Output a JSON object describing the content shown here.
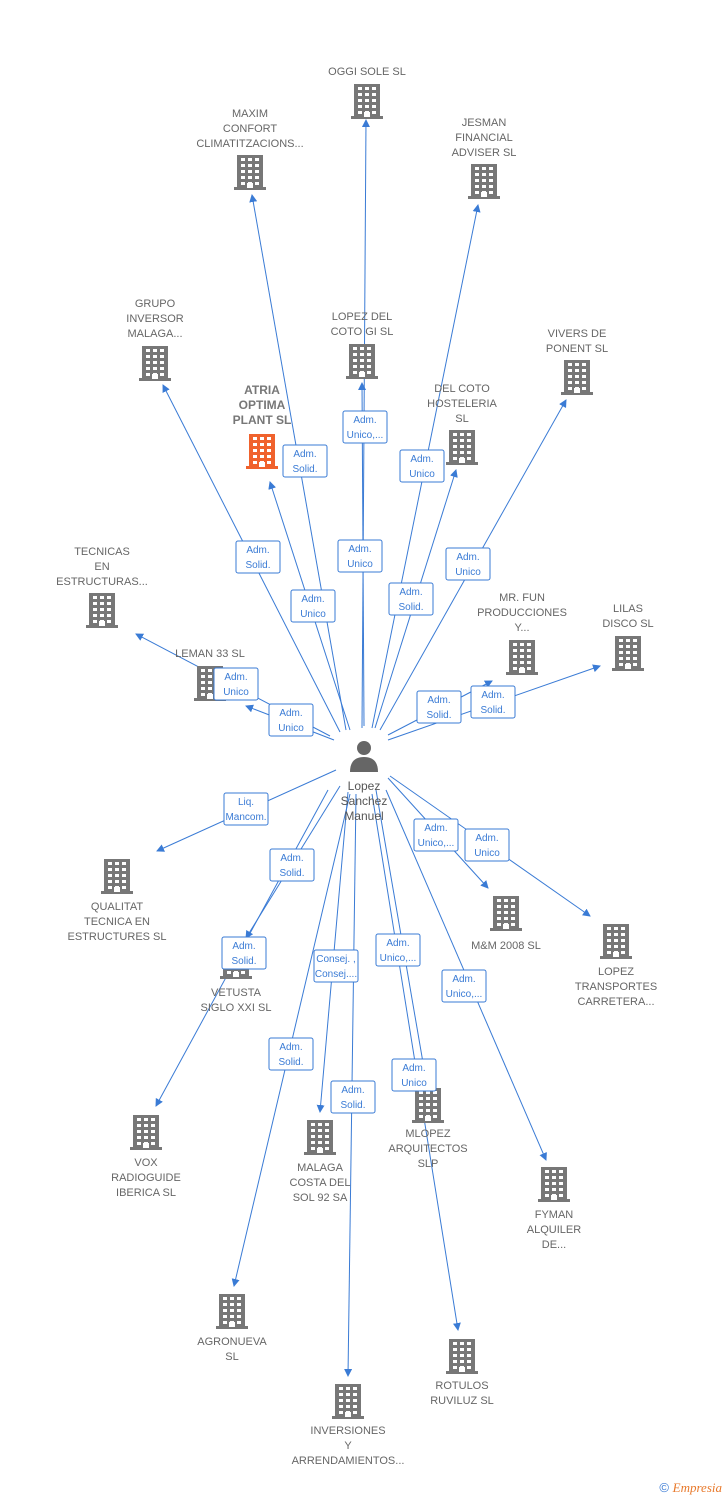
{
  "colors": {
    "edge": "#3a7bd5",
    "building": "#777777",
    "highlight": "#f0622d",
    "person": "#666666"
  },
  "center": {
    "label_lines": [
      "Lopez",
      "Sanchez",
      "Manuel"
    ]
  },
  "nodes": [
    {
      "id": "oggi",
      "label_lines": [
        "OGGI SOLE  SL"
      ]
    },
    {
      "id": "maxim",
      "label_lines": [
        "MAXIM",
        "CONFORT",
        "CLIMATITZACIONS..."
      ]
    },
    {
      "id": "jesman",
      "label_lines": [
        "JESMAN",
        "FINANCIAL",
        "ADVISER  SL"
      ]
    },
    {
      "id": "grupo",
      "label_lines": [
        "GRUPO",
        "INVERSOR",
        "MALAGA..."
      ]
    },
    {
      "id": "lopezdelcoto",
      "label_lines": [
        "LOPEZ DEL",
        "COTO GI  SL"
      ]
    },
    {
      "id": "vivers",
      "label_lines": [
        "VIVERS DE",
        "PONENT SL"
      ]
    },
    {
      "id": "atria",
      "label_lines": [
        "ATRIA",
        "OPTIMA",
        "PLANT  SL"
      ],
      "highlight": true
    },
    {
      "id": "delcoto",
      "label_lines": [
        "DEL COTO",
        "HOSTELERIA",
        "SL"
      ]
    },
    {
      "id": "tecnicas",
      "label_lines": [
        "TECNICAS",
        "EN",
        "ESTRUCTURAS..."
      ]
    },
    {
      "id": "mrfun",
      "label_lines": [
        "MR.  FUN",
        "PRODUCCIONES",
        "Y..."
      ]
    },
    {
      "id": "lilas",
      "label_lines": [
        "LILAS",
        "DISCO  SL"
      ]
    },
    {
      "id": "leman",
      "label_lines": [
        "LEMAN 33 SL"
      ]
    },
    {
      "id": "qualitat",
      "label_lines": [
        "QUALITAT",
        "TECNICA EN",
        "ESTRUCTURES SL"
      ]
    },
    {
      "id": "mm2008",
      "label_lines": [
        "M&M 2008 SL"
      ]
    },
    {
      "id": "lopeztrans",
      "label_lines": [
        "LOPEZ",
        "TRANSPORTES",
        "CARRETERA..."
      ]
    },
    {
      "id": "vetusta",
      "label_lines": [
        "VETUSTA",
        "SIGLO XXI  SL"
      ]
    },
    {
      "id": "vox",
      "label_lines": [
        "VOX",
        "RADIOGUIDE",
        "IBERICA SL"
      ]
    },
    {
      "id": "malaga",
      "label_lines": [
        "MALAGA",
        "COSTA DEL",
        "SOL 92 SA"
      ]
    },
    {
      "id": "mlopez",
      "label_lines": [
        "MLOPEZ",
        "ARQUITECTOS",
        "SLP"
      ]
    },
    {
      "id": "fyman",
      "label_lines": [
        "FYMAN",
        "ALQUILER",
        "DE..."
      ]
    },
    {
      "id": "agronueva",
      "label_lines": [
        "AGRONUEVA",
        "SL"
      ]
    },
    {
      "id": "rotulos",
      "label_lines": [
        "ROTULOS",
        "RUVILUZ SL"
      ]
    },
    {
      "id": "inversiones",
      "label_lines": [
        "INVERSIONES",
        "Y",
        "ARRENDAMIENTOS..."
      ]
    }
  ],
  "edges": [
    {
      "to": "oggi",
      "label_lines": [
        "Adm.",
        "Unico,..."
      ]
    },
    {
      "to": "maxim",
      "label_lines": [
        "Adm.",
        "Solid."
      ]
    },
    {
      "to": "jesman",
      "label_lines": [
        "Adm.",
        "Unico"
      ]
    },
    {
      "to": "grupo",
      "label_lines": [
        "Adm.",
        "Solid."
      ]
    },
    {
      "to": "lopezdelcoto",
      "label_lines": [
        "Adm.",
        "Unico"
      ]
    },
    {
      "to": "vivers",
      "label_lines": [
        "Adm.",
        "Unico"
      ]
    },
    {
      "to": "atria",
      "label_lines": [
        "Adm.",
        "Unico"
      ]
    },
    {
      "to": "delcoto",
      "label_lines": [
        "Adm.",
        "Solid."
      ]
    },
    {
      "to": "tecnicas",
      "label_lines": [
        "Adm.",
        "Unico"
      ]
    },
    {
      "to": "mrfun",
      "label_lines": [
        "Adm.",
        "Solid."
      ]
    },
    {
      "to": "lilas",
      "label_lines": [
        "Adm.",
        "Solid."
      ]
    },
    {
      "to": "leman",
      "label_lines": [
        "Adm.",
        "Unico"
      ]
    },
    {
      "to": "qualitat",
      "label_lines": [
        "Liq.",
        "Mancom."
      ]
    },
    {
      "to": "mm2008",
      "label_lines": [
        "Adm.",
        "Unico,..."
      ]
    },
    {
      "to": "lopeztrans",
      "label_lines": [
        "Adm.",
        "Unico"
      ]
    },
    {
      "to": "vetusta",
      "label_lines": [
        "Adm.",
        "Solid."
      ]
    },
    {
      "to": "vox",
      "label_lines": [
        "Adm.",
        "Solid."
      ]
    },
    {
      "to": "malaga",
      "label_lines": [
        "Consej. ,",
        "Consej...."
      ]
    },
    {
      "to": "mlopez",
      "label_lines": [
        "Adm.",
        "Unico,..."
      ]
    },
    {
      "to": "fyman",
      "label_lines": [
        "Adm.",
        "Unico,..."
      ]
    },
    {
      "to": "agronueva",
      "label_lines": [
        "Adm.",
        "Solid."
      ]
    },
    {
      "to": "rotulos",
      "label_lines": [
        "Adm.",
        "Unico"
      ]
    },
    {
      "to": "inversiones",
      "label_lines": [
        "Adm.",
        "Solid."
      ]
    }
  ],
  "footer": {
    "copyright": "©",
    "brand": "Empresia"
  }
}
